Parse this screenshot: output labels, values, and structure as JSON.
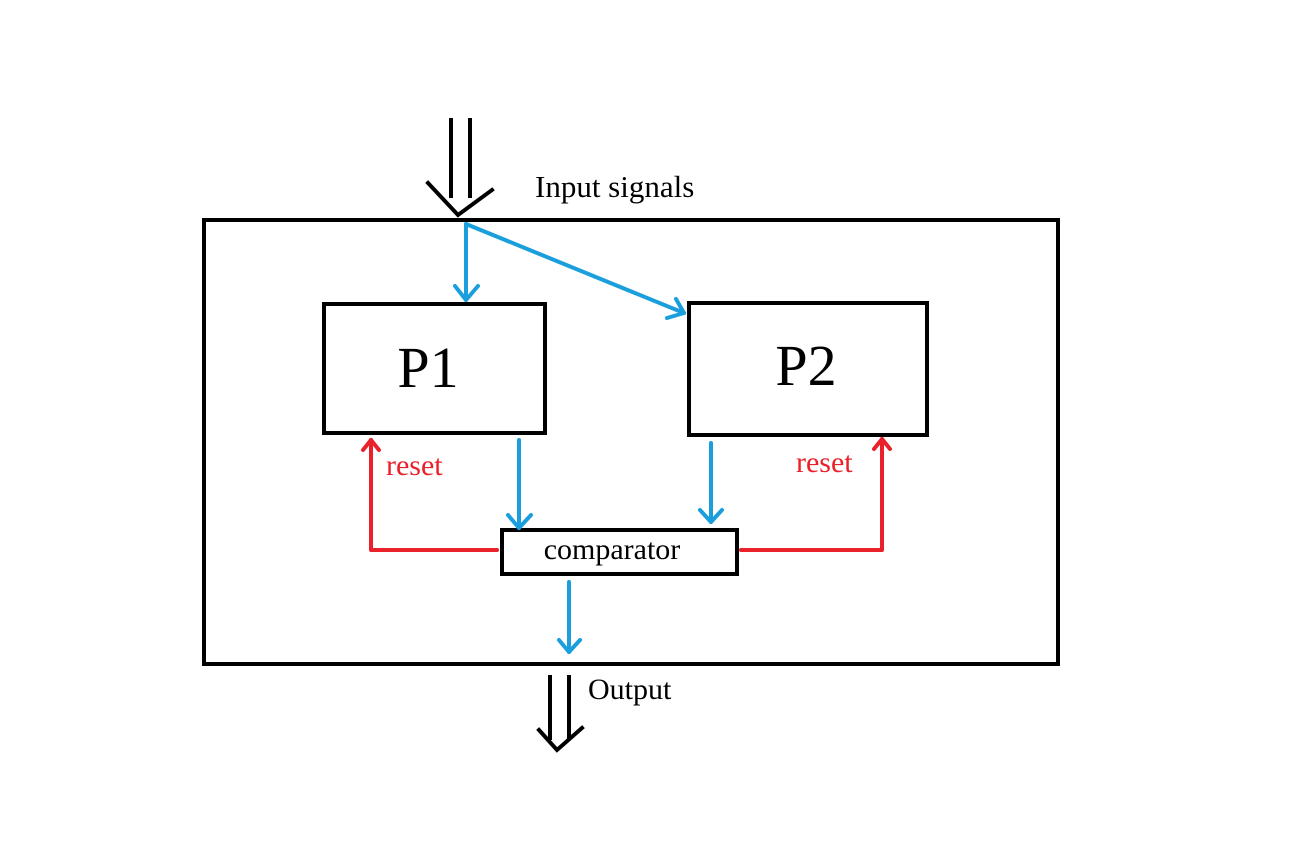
{
  "colors": {
    "outline": "#000000",
    "signal": "#1a9fdc",
    "reset": "#e8212a",
    "background": "#ffffff"
  },
  "labels": {
    "input": "Input signals",
    "output": "Output",
    "p1": "P1",
    "p2": "P2",
    "comparator": "comparator",
    "reset_left": "reset",
    "reset_right": "reset"
  }
}
